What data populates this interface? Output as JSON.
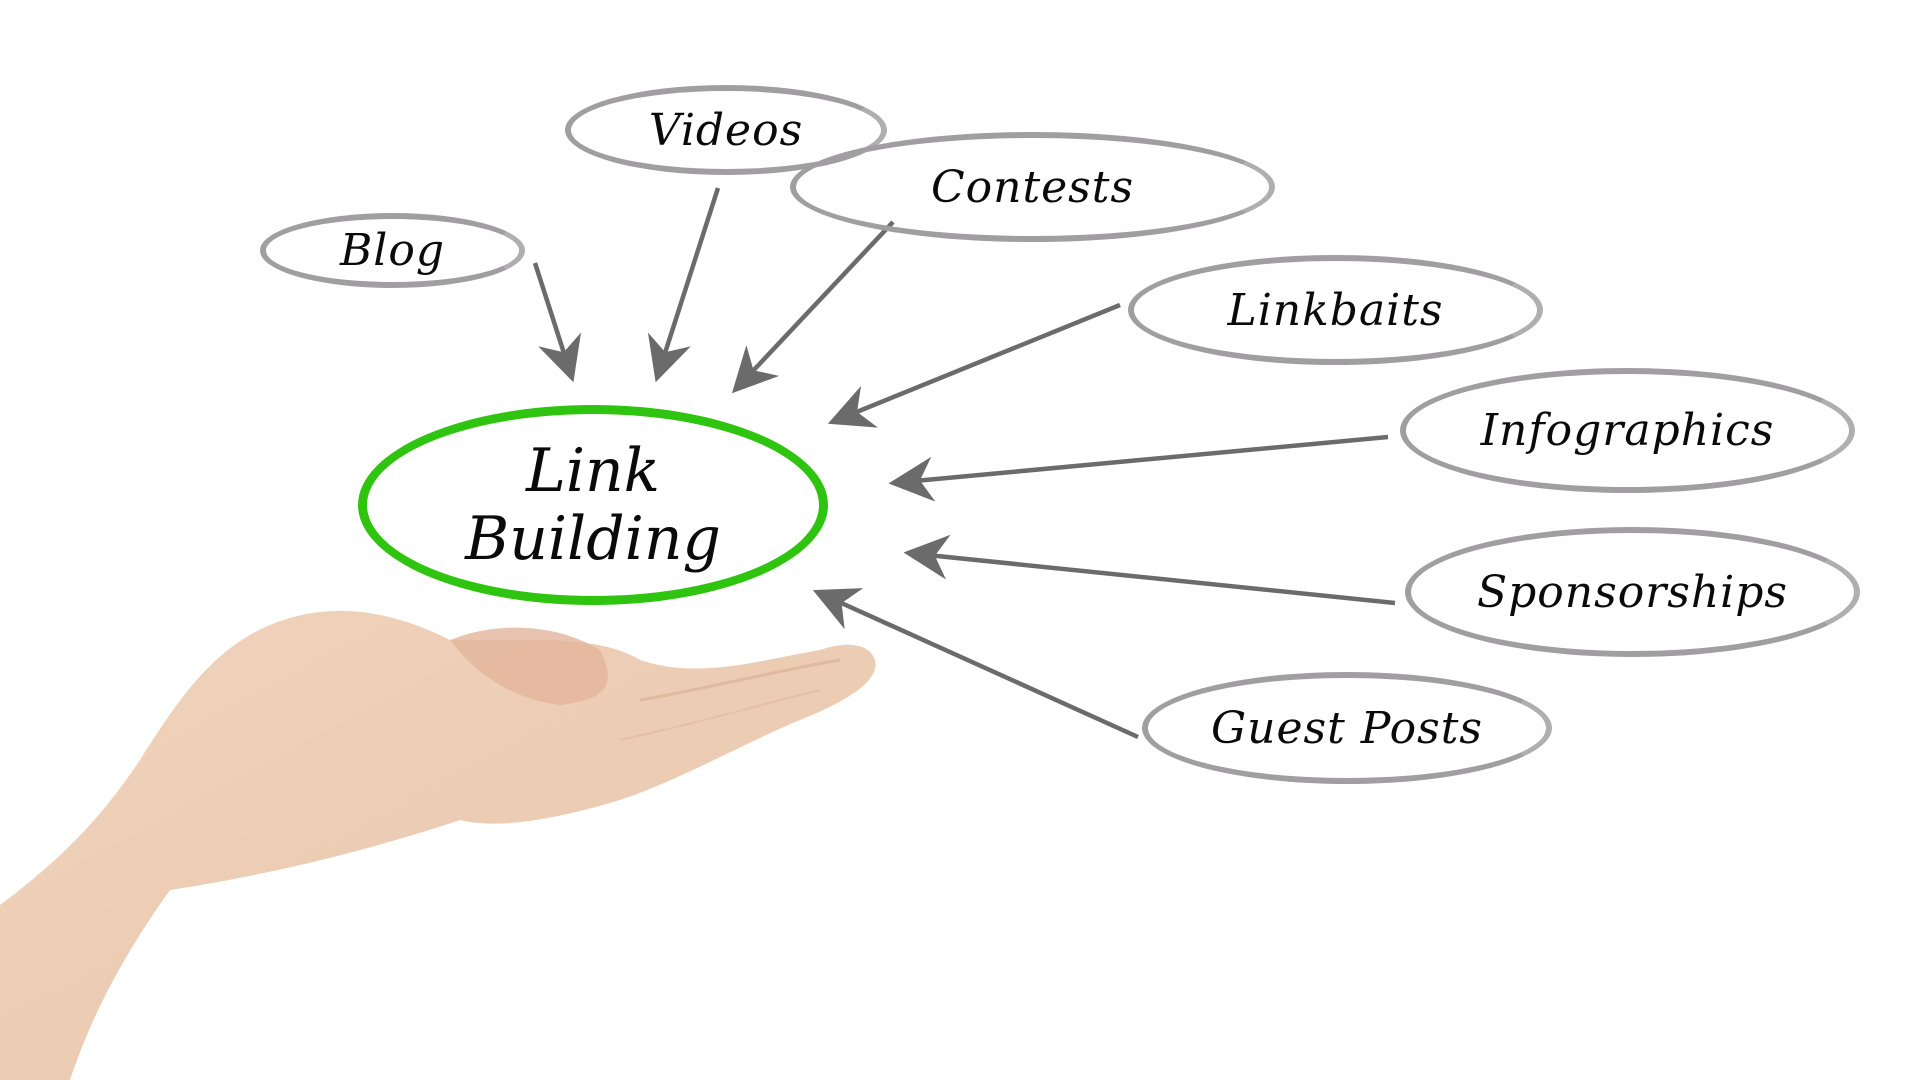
{
  "diagram": {
    "center": {
      "line1": "Link",
      "line2": "Building",
      "ring_color": "#2fc40f"
    },
    "nodes": [
      {
        "id": "blog",
        "label": "Blog"
      },
      {
        "id": "videos",
        "label": "Videos"
      },
      {
        "id": "contests",
        "label": "Contests"
      },
      {
        "id": "linkbaits",
        "label": "Linkbaits"
      },
      {
        "id": "infographics",
        "label": "Infographics"
      },
      {
        "id": "sponsorships",
        "label": "Sponsorships"
      },
      {
        "id": "guest-posts",
        "label": "Guest Posts"
      }
    ],
    "arrow_color": "#6b6b6b",
    "node_ring_color": "#a09ea0",
    "illustration": "open-palm-hand"
  }
}
